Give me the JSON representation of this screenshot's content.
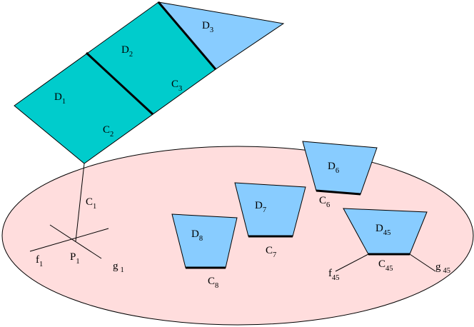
{
  "colors": {
    "teal": "#00CCCC",
    "light_blue": "#88CCFF",
    "pink": "#FFDDDD",
    "stroke": "#000000"
  },
  "labels": {
    "D1": {
      "main": "D",
      "sub": "1"
    },
    "D2": {
      "main": "D",
      "sub": "2"
    },
    "D3": {
      "main": "D",
      "sub": "3"
    },
    "C1": {
      "main": "C",
      "sub": "1"
    },
    "C2": {
      "main": "C",
      "sub": "2"
    },
    "C3": {
      "main": "C",
      "sub": "3"
    },
    "P1": {
      "main": "P",
      "sub": "1"
    },
    "f1": {
      "main": "f",
      "sub": "1"
    },
    "g1": {
      "main": "g",
      "sub": "1"
    },
    "D6": {
      "main": "D",
      "sub": "6"
    },
    "C6": {
      "main": "C",
      "sub": "6"
    },
    "D7": {
      "main": "D",
      "sub": "7"
    },
    "C7": {
      "main": "C",
      "sub": "7"
    },
    "D8": {
      "main": "D",
      "sub": "8"
    },
    "C8": {
      "main": "C",
      "sub": "8"
    },
    "D45": {
      "main": "D",
      "sub": "45"
    },
    "C45": {
      "main": "C",
      "sub": "45"
    },
    "f45": {
      "main": "f",
      "sub": "45"
    },
    "g45": {
      "main": "g",
      "sub": "45"
    }
  }
}
